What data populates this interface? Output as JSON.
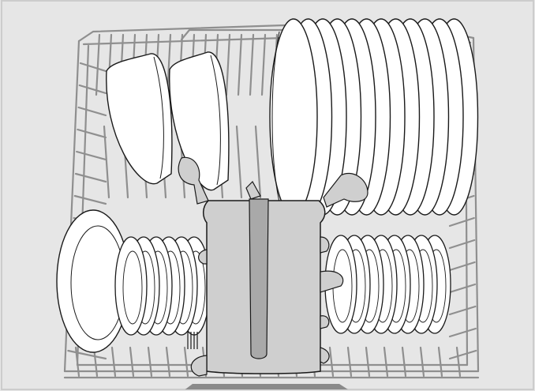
{
  "illustration": {
    "subject": "dishwasher-lower-rack-loading",
    "colors": {
      "background": "#e6e6e6",
      "frame": "#cccccc",
      "rack_wire": "#8f8f8f",
      "dish_fill": "#ffffff",
      "outline": "#1a1a1a",
      "basket_fill": "#cfcfcf",
      "basket_dark": "#a9a9a9",
      "floor": "#8a8a8a"
    },
    "items": {
      "large_plates_count": 12,
      "left_small_plates_count": 6,
      "right_small_plates_count": 8,
      "bowls_count": 2,
      "basket_count": 1
    }
  }
}
